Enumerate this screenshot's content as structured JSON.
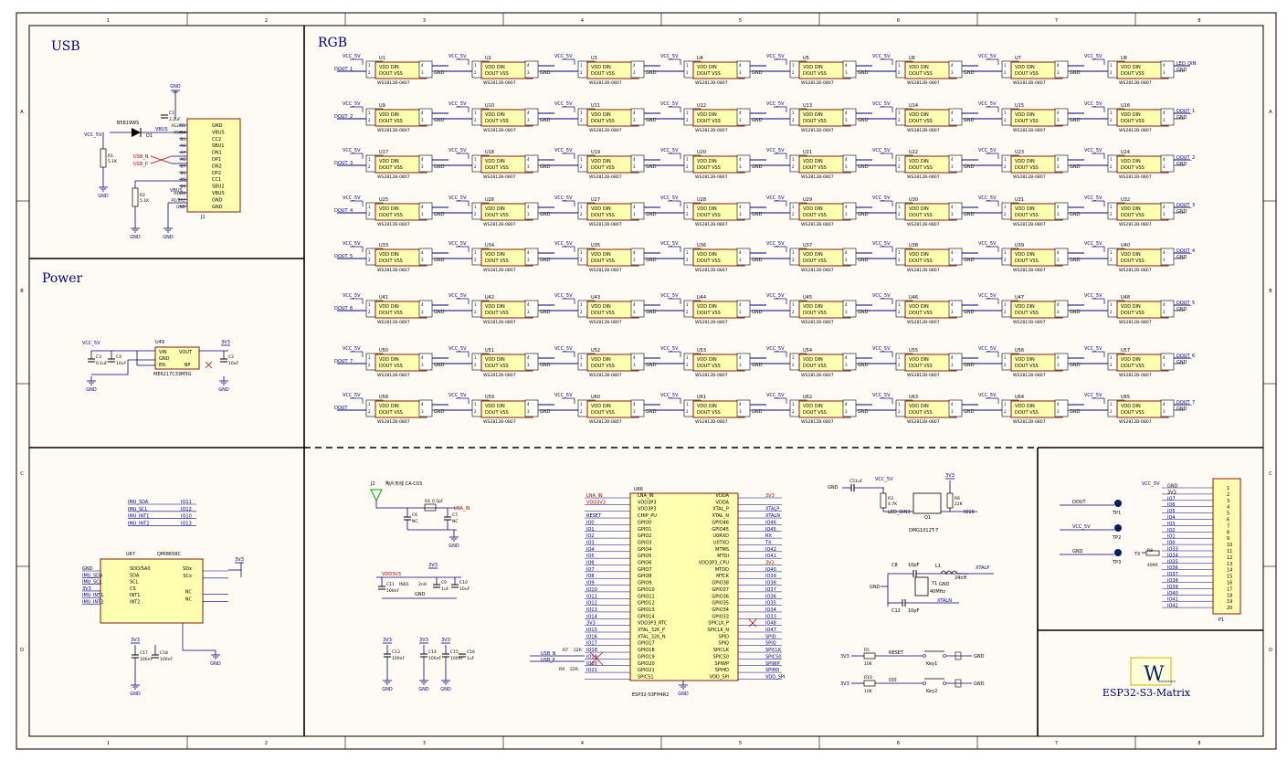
{
  "frame": {
    "columns": [
      "1",
      "2",
      "3",
      "4",
      "5",
      "6",
      "7",
      "8"
    ],
    "rows": [
      "A",
      "B",
      "C",
      "D"
    ],
    "colors": {
      "paper": "#fdfbf4",
      "border": "#000000",
      "wire": "#000080",
      "part_fill": "#ffffb0",
      "part_stroke": "#800000",
      "pin_text": "#000000",
      "net_red": "#c00000",
      "power_text": "#000080"
    }
  },
  "sections": {
    "usb": "USB",
    "power": "Power",
    "rgb": "RGB"
  },
  "usb": {
    "connector_pins": [
      "GND",
      "VBUS",
      "CC2",
      "SBU1",
      "DN1",
      "DP1",
      "DN2",
      "DP2",
      "CC1",
      "SBU2",
      "VBUS",
      "GND",
      "GND"
    ],
    "connector_pin_numbers": [
      "A12/B1",
      "A9/B4",
      "B5",
      "A8",
      "A7",
      "A6",
      "B7",
      "B6",
      "A5",
      "B8",
      "A4/B9",
      "A1/B12",
      "GND"
    ],
    "connector_ref": "J1",
    "diode": "B5819WS",
    "diode_ref": "D1",
    "cap": "C1",
    "cap_value": "2.2uF",
    "r1": "R1",
    "r1_value": "5.1K",
    "r2": "R2",
    "r2_value": "5.1K",
    "vcc": "VCC_5V",
    "vbus": "VBUS",
    "usb_n": "USB_N",
    "usb_p": "USB_P",
    "gnd": "GND"
  },
  "power": {
    "reg_ref": "U49",
    "reg_part": "ME6217C33M5G",
    "pins": [
      "VIN",
      "VOUT",
      "GND",
      "EN",
      "BP"
    ],
    "vcc": "VCC_5V",
    "v33": "3V3",
    "caps": [
      "C3",
      "C4",
      "C2"
    ],
    "cap_values": [
      "0.1uF",
      "10uF",
      "10uF"
    ],
    "gnd": "GND"
  },
  "rgb": {
    "part": "WS2812B-0807",
    "pin_top": "VDD  DIN",
    "pin_bottom": "DOUT VSS",
    "vcc": "VCC_5V",
    "gnd": "GND",
    "row_inputs": [
      "DOUT_1",
      "DOUT_2",
      "DOUT_3",
      "DOUT_4",
      "DOUT_5",
      "DOUT_6",
      "DOUT_7",
      "DOUT"
    ],
    "row_outputs": [
      "LED_DIN",
      "DOUT_1",
      "DOUT_2",
      "DOUT_3",
      "DOUT_4",
      "DOUT_5",
      "DOUT_6",
      "DOUT_7"
    ],
    "refs": [
      [
        "U1",
        "U2",
        "U3",
        "U4",
        "U5",
        "U6",
        "U7",
        "U8"
      ],
      [
        "U9",
        "U10",
        "U11",
        "U12",
        "U13",
        "U14",
        "U15",
        "U16"
      ],
      [
        "U17",
        "U18",
        "U19",
        "U20",
        "U21",
        "U22",
        "U23",
        "U24"
      ],
      [
        "U25",
        "U26",
        "U27",
        "U28",
        "U29",
        "U30",
        "U31",
        "U32"
      ],
      [
        "U33",
        "U34",
        "U35",
        "U36",
        "U37",
        "U38",
        "U39",
        "U40"
      ],
      [
        "U41",
        "U42",
        "U43",
        "U44",
        "U45",
        "U46",
        "U47",
        "U48"
      ],
      [
        "U50",
        "U51",
        "U52",
        "U53",
        "U54",
        "U55",
        "U56",
        "U57"
      ],
      [
        "U58",
        "U59",
        "U60",
        "U61",
        "U62",
        "U63",
        "U64",
        "U65"
      ]
    ]
  },
  "imu": {
    "ref": "U67",
    "part": "QMI8658C",
    "nets": [
      "IMU_SDA",
      "IMU_SCL",
      "IMU_INT1",
      "IMU_INT2"
    ],
    "net_ios": [
      "IO11",
      "IO12",
      "IO10",
      "IO13"
    ],
    "left_pins": [
      "GND",
      "IMU_SDA",
      "IMU_SCL",
      "3V3",
      "IMU_INT1",
      "IMU_INT2"
    ],
    "pin_names_left": [
      "SDO/SA0",
      "SDA",
      "SCL",
      "CS",
      "INT1",
      "INT2"
    ],
    "pin_names_right": [
      "SDx",
      "SCx",
      "NC",
      "NC"
    ],
    "v33": "3V3",
    "caps": [
      "C17",
      "C18"
    ],
    "cap_values": [
      "100nF",
      "100nF"
    ],
    "gnd": "GND"
  },
  "antenna": {
    "ref": "J2",
    "label": "陶片天线 CA-C03",
    "r": "R4",
    "r_value": "0.5pF",
    "lna": "LNA_IN",
    "caps": [
      "C6",
      "C7"
    ],
    "nc": "NC",
    "gnd": "GND"
  },
  "mcu": {
    "ref": "U66",
    "part": "ESP32-S3FH4R2",
    "left_pins": [
      "LNA_IN",
      "VDD3P3",
      "VDD3P3",
      "CHIP_PU",
      "GPIO0",
      "GPIO1",
      "GPIO2",
      "GPIO3",
      "GPIO4",
      "GPIO5",
      "GPIO6",
      "GPIO7",
      "GPIO8",
      "GPIO9",
      "GPIO10",
      "GPIO11",
      "GPIO12",
      "GPIO13",
      "GPIO14",
      "VDD3P3_RTC",
      "XTAL_32K_P",
      "XTAL_32K_N",
      "GPIO17",
      "GPIO18",
      "GPIO19",
      "GPIO20",
      "GPIO21",
      "SPICS1"
    ],
    "left_nets": [
      "LNA_IN",
      "VDD3V3",
      "",
      "RESET",
      "IO0",
      "IO1",
      "IO2",
      "IO3",
      "IO4",
      "IO5",
      "IO6",
      "IO7",
      "IO8",
      "IO9",
      "IO10",
      "IO11",
      "IO12",
      "IO13",
      "IO14",
      "3V3",
      "IO15",
      "IO16",
      "IO17",
      "IO18",
      "IO19",
      "IO20",
      "IO21",
      ""
    ],
    "right_pins": [
      "VDDA",
      "VDDA",
      "XTAL_P",
      "XTAL_N",
      "GPIO46",
      "GPIO45",
      "U0RXD",
      "U0TXD",
      "MTMS",
      "MTDI",
      "VDD3P3_CPU",
      "MTDO",
      "MTCK",
      "GPIO38",
      "GPIO37",
      "GPIO36",
      "GPIO35",
      "GPIO34",
      "GPIO33",
      "SPICLK_P",
      "SPICLK_N",
      "SPID",
      "SPIQ",
      "SPICLK",
      "SPICS0",
      "SPIWP",
      "SPIHD",
      "VDD_SPI"
    ],
    "right_nets": [
      "3V3",
      "",
      "XTALP",
      "XTALN",
      "IO46",
      "IO45",
      "RX",
      "TX",
      "IO42",
      "IO41",
      "3V3",
      "IO40",
      "IO39",
      "IO38",
      "IO37",
      "IO36",
      "IO35",
      "IO34",
      "IO33",
      "IO48",
      "IO47",
      "SPID",
      "SPIQ",
      "SPICLK",
      "SPICS0",
      "SPIWP",
      "SPIHD",
      "VDD_SPI"
    ],
    "usb_nets": [
      "USB_N",
      "USB_P"
    ],
    "usb_resistors": [
      "R7",
      "R9"
    ],
    "usb_res_values": [
      "22R",
      "22R"
    ],
    "gnd": "GND"
  },
  "decoupling": {
    "v33": "3V3",
    "vdd": "VDD3V3",
    "ind": "IND1",
    "ind_value": "2nH",
    "caps": [
      "C11",
      "C9",
      "C10",
      "C13",
      "C14",
      "C15",
      "C16"
    ],
    "cap_values": [
      "100nF",
      "1uF",
      "10uF",
      "100nF",
      "100nF",
      "100nF",
      "1uF"
    ],
    "gnd": "GND"
  },
  "led_driver": {
    "ref": "Q1",
    "part": "DMG1012T-7",
    "cap": "C5",
    "cap_value": "1uF",
    "r_a": "R3",
    "r_a_value": "4.7K",
    "r_b": "R6",
    "r_b_value": "22K",
    "vcc": "VCC_5V",
    "v33": "3V3",
    "net_in": "IO16",
    "net_out": "LED_DIN3",
    "gnd": "GND"
  },
  "crystal": {
    "ref": "Y1",
    "freq": "40MHz",
    "caps": [
      "C8",
      "C12"
    ],
    "cap_values": [
      "10pF",
      "10pF"
    ],
    "ind": "L1",
    "ind_value": "24nH",
    "xtalp": "XTALP",
    "xtaln": "XTALN",
    "gnd": "GND"
  },
  "buttons": {
    "items": [
      {
        "net": "RESET",
        "r": "R5",
        "r_value": "10K",
        "key": "Key1"
      },
      {
        "net": "IO0",
        "r": "R10",
        "r_value": "10K",
        "key": "Key2"
      }
    ],
    "v33": "3V3",
    "gnd": "GND"
  },
  "header": {
    "ref": "P1",
    "vcc": "VCC_5V",
    "nets": [
      "GND",
      "3V3",
      "IO7",
      "IO6",
      "IO5",
      "IO4",
      "IO3",
      "IO2",
      "IO1",
      "IO0",
      "IO33",
      "IO34",
      "IO35",
      "IO36",
      "IO37",
      "IO38",
      "IO39",
      "IO40",
      "IO41",
      "IO42"
    ],
    "pins": [
      "1",
      "2",
      "3",
      "4",
      "5",
      "6",
      "7",
      "8",
      "9",
      "10",
      "11",
      "12",
      "13",
      "14",
      "15",
      "16",
      "17",
      "18",
      "19",
      "20"
    ],
    "testpoints": [
      {
        "ref": "TP1",
        "net": "DOUT"
      },
      {
        "ref": "TP2",
        "net": "VCC_5V"
      },
      {
        "ref": "TP3",
        "net": "GND"
      }
    ],
    "tx_r": "R8",
    "tx_r_value": "499R",
    "tx": "TX"
  },
  "title_block": {
    "logo": "W",
    "logo_sub": "waveshare",
    "title": "ESP32-S3-Matrix"
  }
}
